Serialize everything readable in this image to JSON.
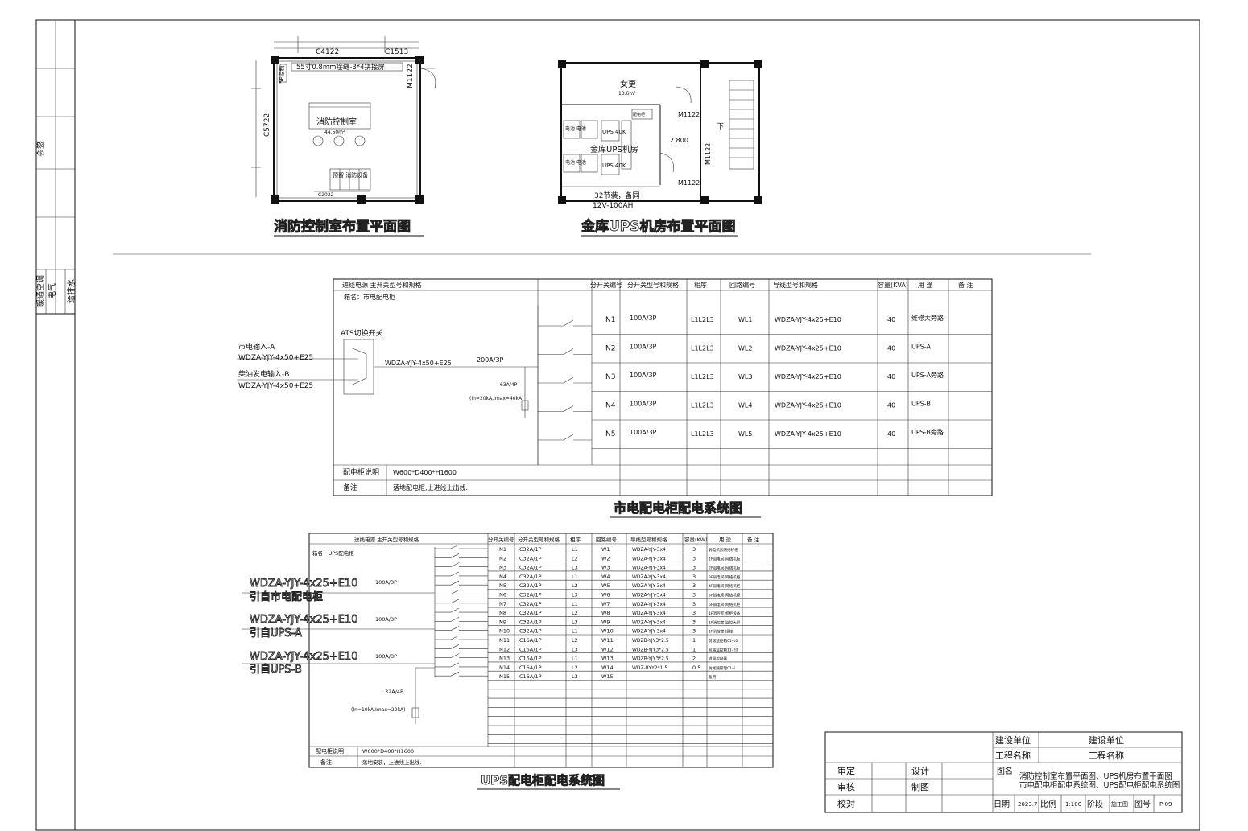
{
  "left_strip": {
    "label_a": "会签",
    "label_b": "给排水",
    "label_c": "暖通空调",
    "label_d": "电气"
  },
  "fire_room": {
    "title": "消防控制室布置平面图",
    "window_top": "C4122",
    "window_top2": "C1513",
    "door": "M1122",
    "window_left": "C5722",
    "screen": "55寸0.8mm接缝-3*4拼接屏",
    "console": "消防控制室",
    "console_sub": "44.60m²",
    "cabinet": "预留 消防设备",
    "bottom_label": "C2022",
    "left_small": "5F控制"
  },
  "ups_room": {
    "title": "金库UPS机房布置平面图",
    "locker": "女更",
    "locker_area": "13.6m²",
    "door1": "M1122",
    "door2": "M1122",
    "door3": "M1122",
    "main_room": "金库UPS机房",
    "ups1": "UPS 40K",
    "ups2": "UPS 40K",
    "battery1": "电池 电池",
    "battery2": "电池 电池",
    "cab_label": "配电柜",
    "level": "2.800",
    "stair": "下",
    "battery_note1": "32节装，备同",
    "battery_note2": "12V-100AH"
  },
  "mains_diagram": {
    "title": "市电配电柜配电系统图",
    "header_source": "进线电源 主开关型号和规格",
    "header_cols": [
      "分开关编号",
      "分开关型号和规格",
      "相序",
      "回路编号",
      "导线型号和规格",
      "容量(KVA)",
      "用 途",
      "备 注"
    ],
    "cabinet_name": "箱名：市电配电柜",
    "ats": "ATS切换开关",
    "in_a": "市电输入-A",
    "in_a_cable": "WDZA-YJY-4x50+E25",
    "in_b": "柴油发电输入-B",
    "in_b_cable": "WDZA-YJY-4x50+E25",
    "bus_cable": "WDZA-YJY-4x50+E25",
    "main_breaker": "200A/3P",
    "spd": "63A/4P",
    "spd_spec": "(In=20kA,Imax=40kA)",
    "rows": [
      {
        "no": "N1",
        "spec": "100A/3P",
        "phase": "L1L2L3",
        "circuit": "WL1",
        "cable": "WDZA-YJY-4x25+E10",
        "cap": "40",
        "use": "维修大旁路"
      },
      {
        "no": "N2",
        "spec": "100A/3P",
        "phase": "L1L2L3",
        "circuit": "WL2",
        "cable": "WDZA-YJY-4x25+E10",
        "cap": "40",
        "use": "UPS-A"
      },
      {
        "no": "N3",
        "spec": "100A/3P",
        "phase": "L1L2L3",
        "circuit": "WL3",
        "cable": "WDZA-YJY-4x25+E10",
        "cap": "40",
        "use": "UPS-A旁路"
      },
      {
        "no": "N4",
        "spec": "100A/3P",
        "phase": "L1L2L3",
        "circuit": "WL4",
        "cable": "WDZA-YJY-4x25+E10",
        "cap": "40",
        "use": "UPS-B"
      },
      {
        "no": "N5",
        "spec": "100A/3P",
        "phase": "L1L2L3",
        "circuit": "WL5",
        "cable": "WDZA-YJY-4x25+E10",
        "cap": "40",
        "use": "UPS-B旁路"
      }
    ],
    "desc_label": "配电柜说明",
    "desc_value": "W600*D400*H1600",
    "note_label": "备注",
    "note_value": "落地配电柜,上进线上出线."
  },
  "ups_diagram": {
    "title": "UPS配电柜配电系统图",
    "header_source": "进线电源 主开关型号和规格",
    "header_cols": [
      "分开关编号",
      "分开关型号和规格",
      "相序",
      "回路编号",
      "导线型号和规格",
      "容量(KW)",
      "用 途",
      "备 注"
    ],
    "cabinet_name": "箱名：UPS配电柜",
    "in1_cable": "WDZA-YJY-4x25+E10",
    "in1_from": "引自市电配电柜",
    "in2_cable": "WDZA-YJY-4x25+E10",
    "in2_from": "引自UPS-A",
    "in3_cable": "WDZA-YJY-4x25+E10",
    "in3_from": "引自UPS-B",
    "breaker": "100A/3P",
    "spd": "32A/4P",
    "spd_spec": "(In=10kA,Imax=20kA)",
    "rows": [
      {
        "no": "N1",
        "spec": "C32A/1P",
        "phase": "L1",
        "circuit": "W1",
        "cable": "WDZA-YJY-3x4",
        "cap": "3",
        "use": "弱电机房网络机柜"
      },
      {
        "no": "N2",
        "spec": "C32A/1P",
        "phase": "L2",
        "circuit": "W2",
        "cable": "WDZA-YJY-3x4",
        "cap": "3",
        "use": "1F弱电间-网络机柜"
      },
      {
        "no": "N3",
        "spec": "C32A/1P",
        "phase": "L3",
        "circuit": "W3",
        "cable": "WDZA-YJY-3x4",
        "cap": "3",
        "use": "2F弱电间-网络机柜"
      },
      {
        "no": "N4",
        "spec": "C32A/1P",
        "phase": "L1",
        "circuit": "W4",
        "cable": "WDZA-YJY-3x4",
        "cap": "3",
        "use": "3F弱电间-网络机柜"
      },
      {
        "no": "N5",
        "spec": "C32A/1P",
        "phase": "L2",
        "circuit": "W5",
        "cable": "WDZA-YJY-3x4",
        "cap": "3",
        "use": "4F弱电间-网络机柜"
      },
      {
        "no": "N6",
        "spec": "C32A/1P",
        "phase": "L3",
        "circuit": "W6",
        "cable": "WDZA-YJY-3x4",
        "cap": "3",
        "use": "5F弱电间-网络机柜"
      },
      {
        "no": "N7",
        "spec": "C32A/1P",
        "phase": "L1",
        "circuit": "W7",
        "cable": "WDZA-YJY-3x4",
        "cap": "3",
        "use": "6F弱电间-网络机柜"
      },
      {
        "no": "N8",
        "spec": "C32A/1P",
        "phase": "L2",
        "circuit": "W8",
        "cable": "WDZA-YJY-3x4",
        "cap": "3",
        "use": "1F消控室-机柜设备"
      },
      {
        "no": "N9",
        "spec": "C32A/1P",
        "phase": "L3",
        "circuit": "W9",
        "cable": "WDZA-YJY-3x4",
        "cap": "3",
        "use": "1F消控室-监控大屏"
      },
      {
        "no": "N10",
        "spec": "C32A/1P",
        "phase": "L1",
        "circuit": "W10",
        "cable": "WDZA-YJY-3x4",
        "cap": "3",
        "use": "1F消控室-操控"
      },
      {
        "no": "N11",
        "spec": "C16A/1P",
        "phase": "L2",
        "circuit": "W11",
        "cable": "WDZB-YJY3*2.5",
        "cap": "1",
        "use": "前端监控箱01-10"
      },
      {
        "no": "N12",
        "spec": "C16A/1P",
        "phase": "L3",
        "circuit": "W12",
        "cable": "WDZB-YJY3*2.5",
        "cap": "1",
        "use": "前端监控箱11-20"
      },
      {
        "no": "N13",
        "spec": "C16A/1P",
        "phase": "L1",
        "circuit": "W13",
        "cable": "WDZB-YJY3*2.5",
        "cap": "2",
        "use": "道闸控制器"
      },
      {
        "no": "N14",
        "spec": "C16A/1P",
        "phase": "L2",
        "circuit": "W14",
        "cable": "WDZ-RYY2*1.5",
        "cap": "0.5",
        "use": "防尾随管理01-6"
      },
      {
        "no": "N15",
        "spec": "C16A/1P",
        "phase": "L3",
        "circuit": "W15",
        "cable": "",
        "cap": "",
        "use": "备用"
      }
    ],
    "desc_label": "配电柜说明",
    "desc_value": "W600*D400*H1600",
    "note_label": "备注",
    "note_value": "落地安装，上进线上出线."
  },
  "title_block": {
    "owner_label": "建设单位",
    "owner_value": "建设单位",
    "project_label": "工程名称",
    "project_value": "工程名称",
    "review": "审定",
    "check": "审核",
    "proof": "校对",
    "design": "设计",
    "draw": "制图",
    "drawing_label": "图名",
    "drawing_name1": "消防控制室布置平面图、UPS机房布置平面图",
    "drawing_name2": "市电配电柜配电系统图、UPS配电柜配电系统图",
    "date_label": "日期",
    "date_value": "2023.7",
    "scale_label": "比例",
    "scale_value": "1:100",
    "stage_label": "阶段",
    "stage_value": "施工图",
    "no_label": "图号",
    "no_value": "P-09"
  }
}
